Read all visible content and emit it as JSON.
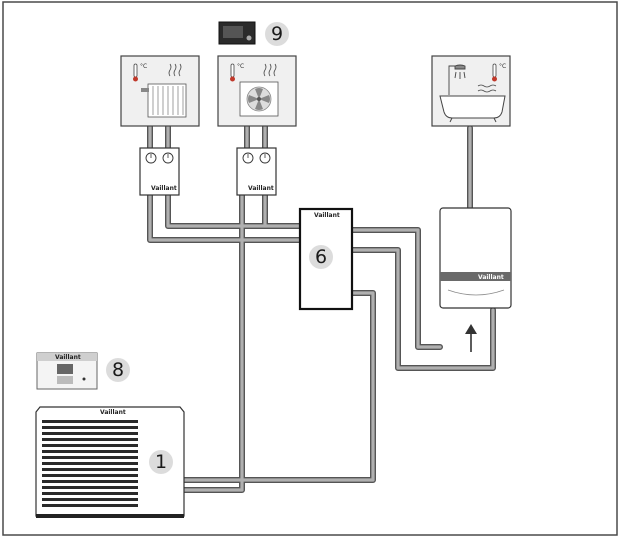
{
  "callouts": {
    "heat_pump": "1",
    "hydraulic_station": "6",
    "system_controller": "8",
    "room_controller": "9"
  },
  "brand": "Vaillant",
  "temperature_unit": "°C",
  "colors": {
    "pipe": "#8c8c8c",
    "pipe_outline": "#555555",
    "frame": "#4a4a4a",
    "callout_circle": "#dcdcdc",
    "panel_fill": "#f0f0f0"
  },
  "icons": [
    "thermometer-icon",
    "heat-waves-icon",
    "radiator-icon",
    "fan-icon",
    "shower-icon",
    "bathtub-icon",
    "flow-arrow-icon"
  ]
}
